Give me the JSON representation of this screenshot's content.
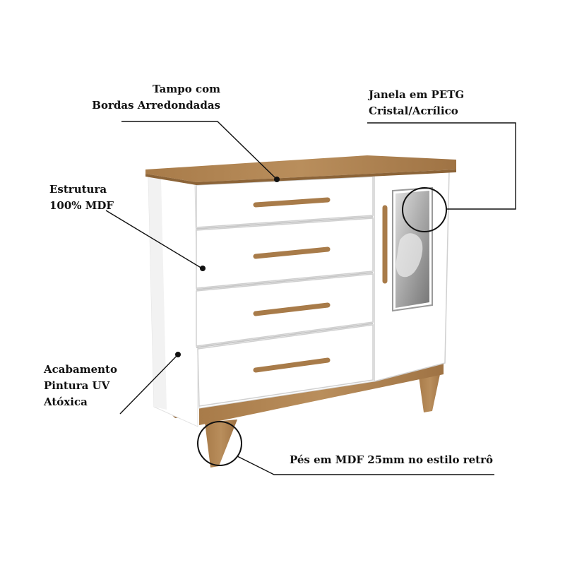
{
  "callouts": {
    "tampo": {
      "line1": "Tampo com",
      "line2": "Bordas Arredondadas"
    },
    "janela": {
      "line1": "Janela em PETG",
      "line2": "Cristal/Acrílico"
    },
    "estrutura": {
      "line1": "Estrutura",
      "line2": "100% MDF"
    },
    "acabamento": {
      "line1": "Acabamento",
      "line2": "Pintura UV",
      "line3": "Atóxica"
    },
    "pes": {
      "line1": "Pés em MDF 25mm no estilo retrô"
    }
  },
  "colors": {
    "wood": "#b08554",
    "wood_dark": "#8c6438",
    "white_body": "#ffffff",
    "shade": "#e9e9e9",
    "line": "#111111"
  }
}
